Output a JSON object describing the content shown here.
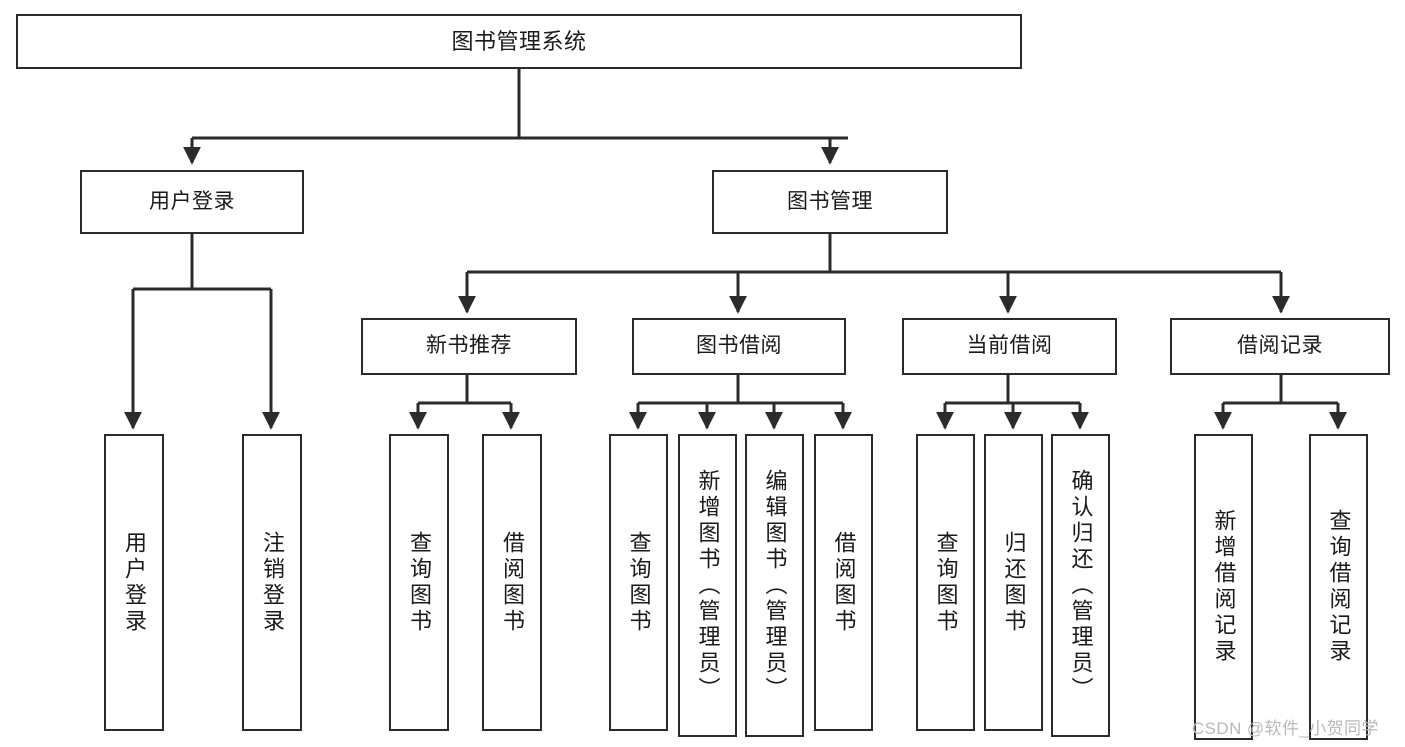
{
  "diagram": {
    "title": "图书管理系统",
    "type": "hierarchy-tree",
    "watermark": "CSDN @软件_小贺同学",
    "colors": {
      "box_border": "#2b2b2b",
      "box_fill": "#ffffff",
      "edge": "#2b2b2b",
      "text": "#1a1a1a",
      "watermark": "#b9b9b9"
    },
    "nodes": {
      "root": {
        "label": "图书管理系统"
      },
      "level1": [
        {
          "label": "用户登录"
        },
        {
          "label": "图书管理"
        }
      ],
      "level2": [
        {
          "label": "新书推荐"
        },
        {
          "label": "图书借阅"
        },
        {
          "label": "当前借阅"
        },
        {
          "label": "借阅记录"
        }
      ],
      "leaves": {
        "user_login": [
          {
            "label": "用户登录"
          },
          {
            "label": "注销登录"
          }
        ],
        "new_book_recommend": [
          {
            "label": "查询图书"
          },
          {
            "label": "借阅图书"
          }
        ],
        "book_borrow": [
          {
            "label": "查询图书"
          },
          {
            "label": "新增图书（管理员）"
          },
          {
            "label": "编辑图书（管理员）"
          },
          {
            "label": "借阅图书"
          }
        ],
        "current_borrow": [
          {
            "label": "查询图书"
          },
          {
            "label": "归还图书"
          },
          {
            "label": "确认归还（管理员）"
          }
        ],
        "borrow_record": [
          {
            "label": "新增借阅记录"
          },
          {
            "label": "查询借阅记录"
          }
        ]
      }
    }
  }
}
